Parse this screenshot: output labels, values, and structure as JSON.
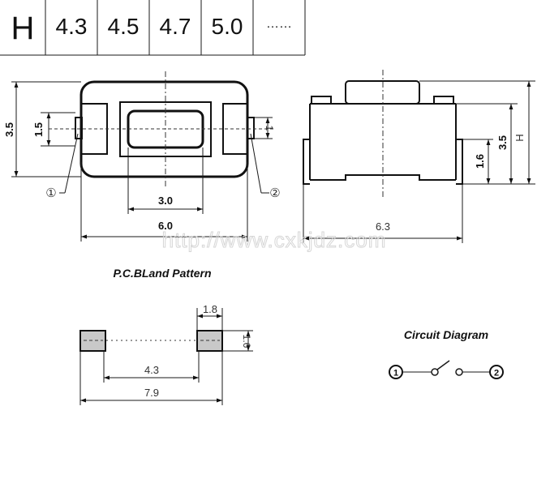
{
  "header": {
    "symbol": "H",
    "heights": [
      "4.3",
      "4.5",
      "4.7",
      "5.0"
    ],
    "ellipsis": "……"
  },
  "top_view": {
    "dim_height": "3.5",
    "dim_stem": "1.5",
    "dim_terminal": "1",
    "dim_inner_width": "3.0",
    "dim_width": "6.0",
    "terminal_1": "①",
    "terminal_2": "②"
  },
  "side_view": {
    "dim_length": "6.3",
    "dim_body": "3.5",
    "dim_leg": "1.6",
    "dim_total": "H"
  },
  "watermark": "http://www.cxkjdz.com",
  "land_pattern": {
    "title": "P.C.BLand Pattern",
    "pad_width": "1.8",
    "pad_height": "1.6",
    "inner_pitch": "4.3",
    "outer_span": "7.9"
  },
  "circuit": {
    "title": "Circuit Diagram",
    "node_1": "1",
    "node_2": "2"
  }
}
